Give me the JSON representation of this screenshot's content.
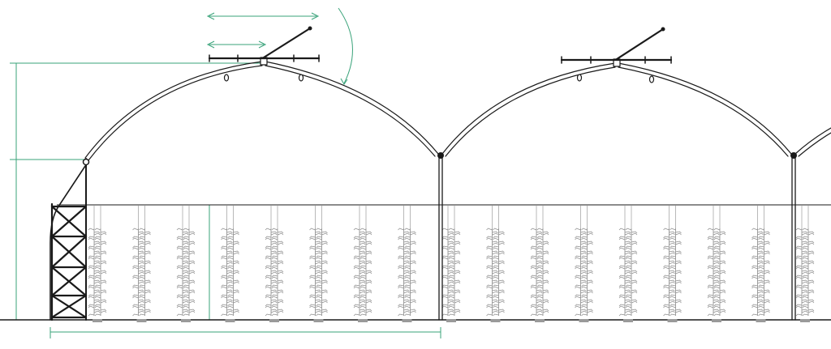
{
  "diagram": {
    "kind": "greenhouse-cross-section",
    "span_count": 2,
    "partial_span_at_right": true,
    "roof_vent_count": 2,
    "plant_row_count": 17,
    "colors": {
      "structure": "#1a1a1a",
      "dimension_lines": "#3aa37a",
      "plants": "#8a8a8a",
      "plant_pots": "#9a9a9a",
      "background": "#ffffff"
    }
  }
}
